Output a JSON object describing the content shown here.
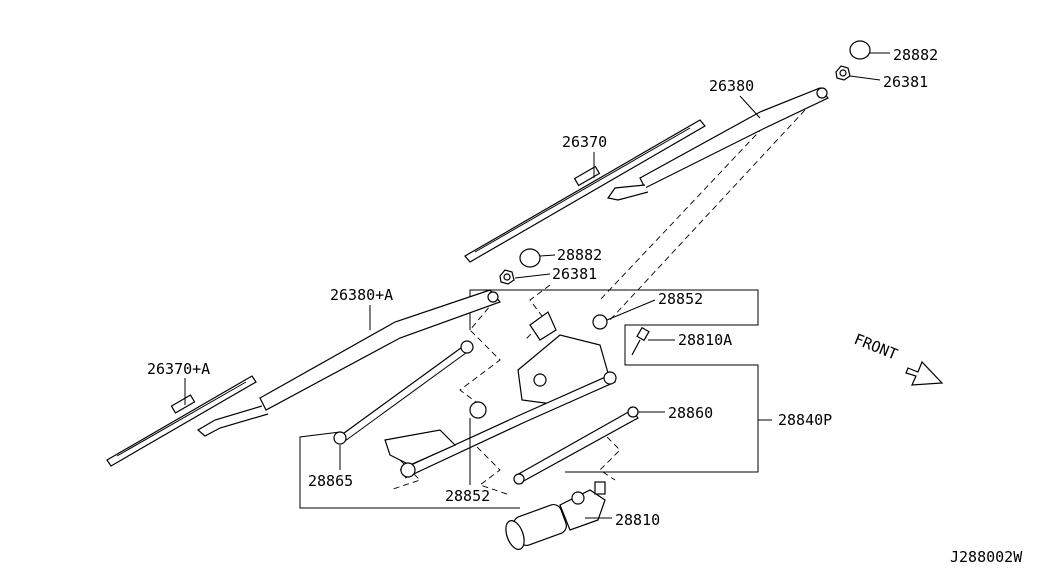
{
  "diagram": {
    "title_code": "J288002W",
    "front_label": "FRONT",
    "callouts": {
      "cap_right": "28882",
      "nut_right": "26381",
      "arm_right": "26380",
      "blade_right": "26370",
      "cap_left": "28882",
      "nut_left": "26381",
      "arm_left": "26380+A",
      "blade_left": "26370+A",
      "bushing_top": "28852",
      "bolt": "28810A",
      "linkage_assembly": "28840P",
      "link_rod": "28860",
      "link_rod_left": "28865",
      "bushing_bottom": "28852",
      "motor": "28810"
    }
  }
}
